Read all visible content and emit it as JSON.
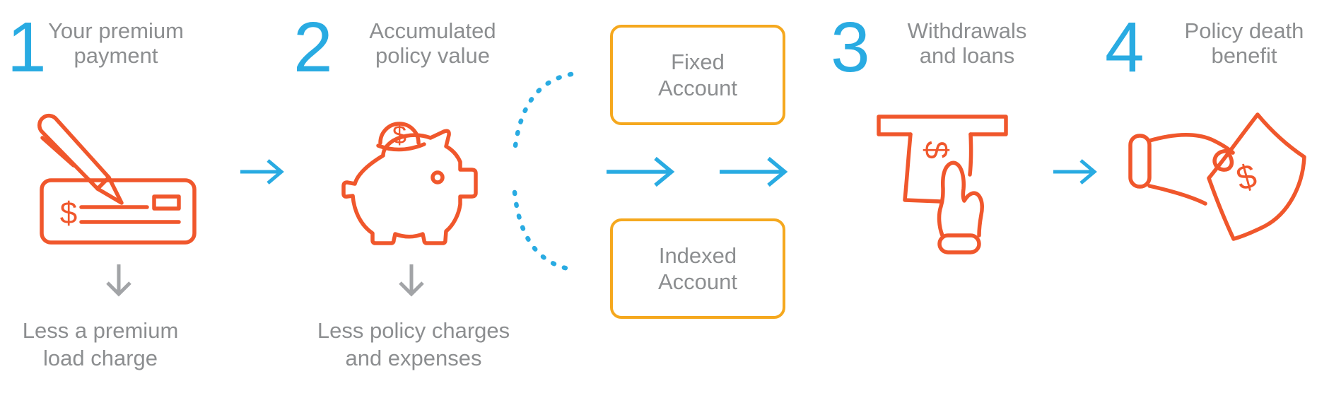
{
  "colors": {
    "accent_blue": "#29ABE2",
    "icon_orange": "#F0572C",
    "box_gold": "#F5A81E",
    "text_gray": "#8C8E90",
    "arrow_gray": "#A2A4A7"
  },
  "glyphs": {
    "dollar": "$"
  },
  "steps": [
    {
      "number": "1",
      "title": "Your premium payment",
      "caption": "Less a premium load charge"
    },
    {
      "number": "2",
      "title": "Accumulated policy value",
      "caption": "Less policy charges and expenses"
    },
    {
      "number": "3",
      "title": "Withdrawals and loans"
    },
    {
      "number": "4",
      "title": "Policy death benefit"
    }
  ],
  "accounts": [
    {
      "label": "Fixed Account"
    },
    {
      "label": "Indexed Account"
    }
  ]
}
